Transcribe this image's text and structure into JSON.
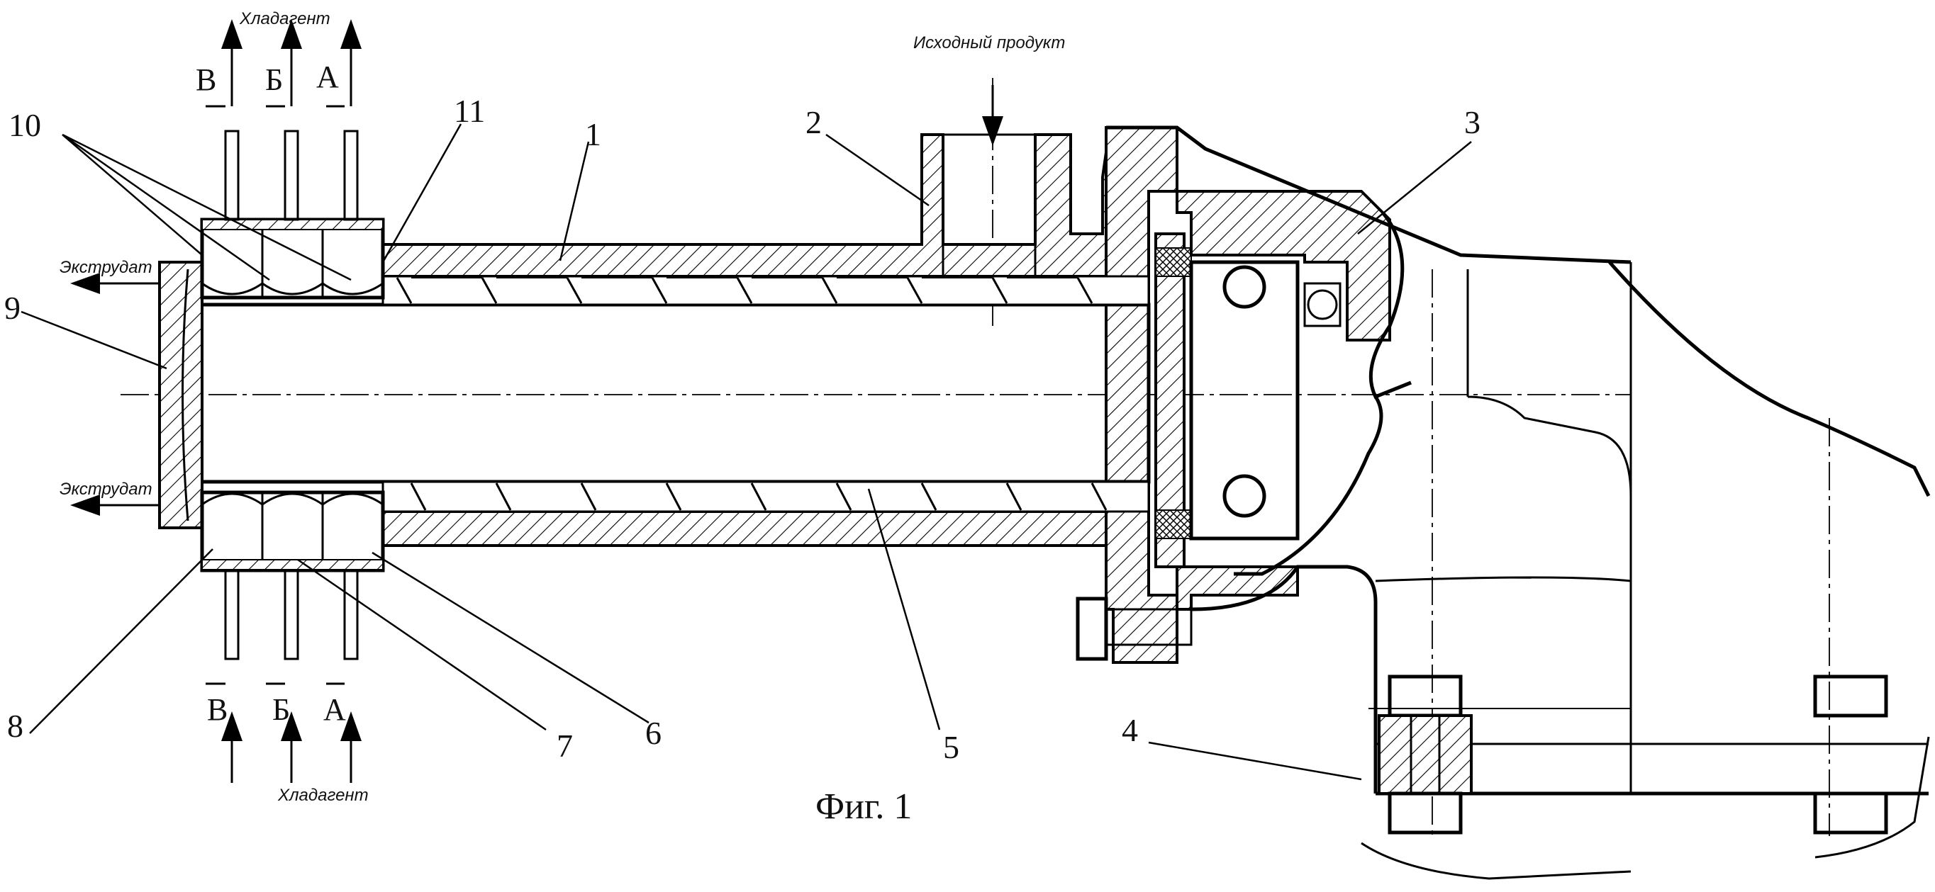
{
  "figure": {
    "caption": "Фиг. 1",
    "annotations": {
      "coolant_top": "Хладагент",
      "coolant_bottom": "Хладагент",
      "feed": "Исходный продукт",
      "extrudate_top": "Экструдат",
      "extrudate_bottom": "Экструдат"
    },
    "section_marks": {
      "top": [
        "В",
        "Б",
        "А"
      ],
      "bottom": [
        "В",
        "Б",
        "А"
      ]
    },
    "part_labels": [
      "1",
      "2",
      "3",
      "4",
      "5",
      "6",
      "7",
      "8",
      "9",
      "10",
      "11"
    ]
  }
}
